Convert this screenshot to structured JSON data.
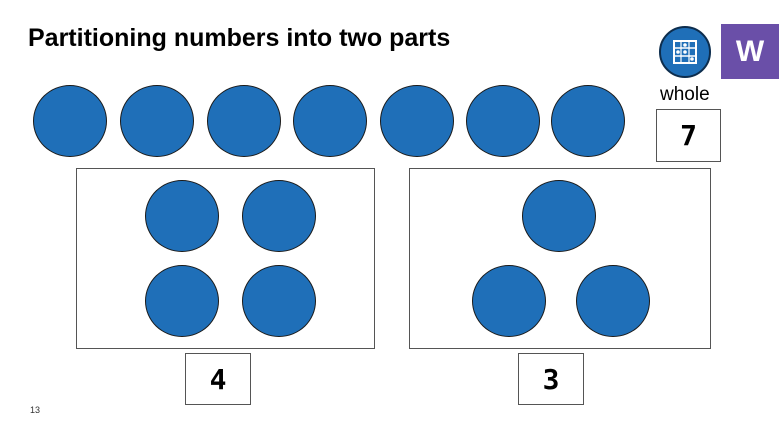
{
  "title": "Partitioning numbers into two parts",
  "whole": {
    "label": "whole",
    "value": "7",
    "counter_count": 7
  },
  "parts": [
    {
      "value": "4",
      "counter_count": 4
    },
    {
      "value": "3",
      "counter_count": 3
    }
  ],
  "badges": {
    "abacus_icon": "abacus-icon",
    "w_letter": "W"
  },
  "slide_number": "13",
  "colors": {
    "counter_fill": "#1f6fb8",
    "w_badge": "#6a4fa8"
  }
}
